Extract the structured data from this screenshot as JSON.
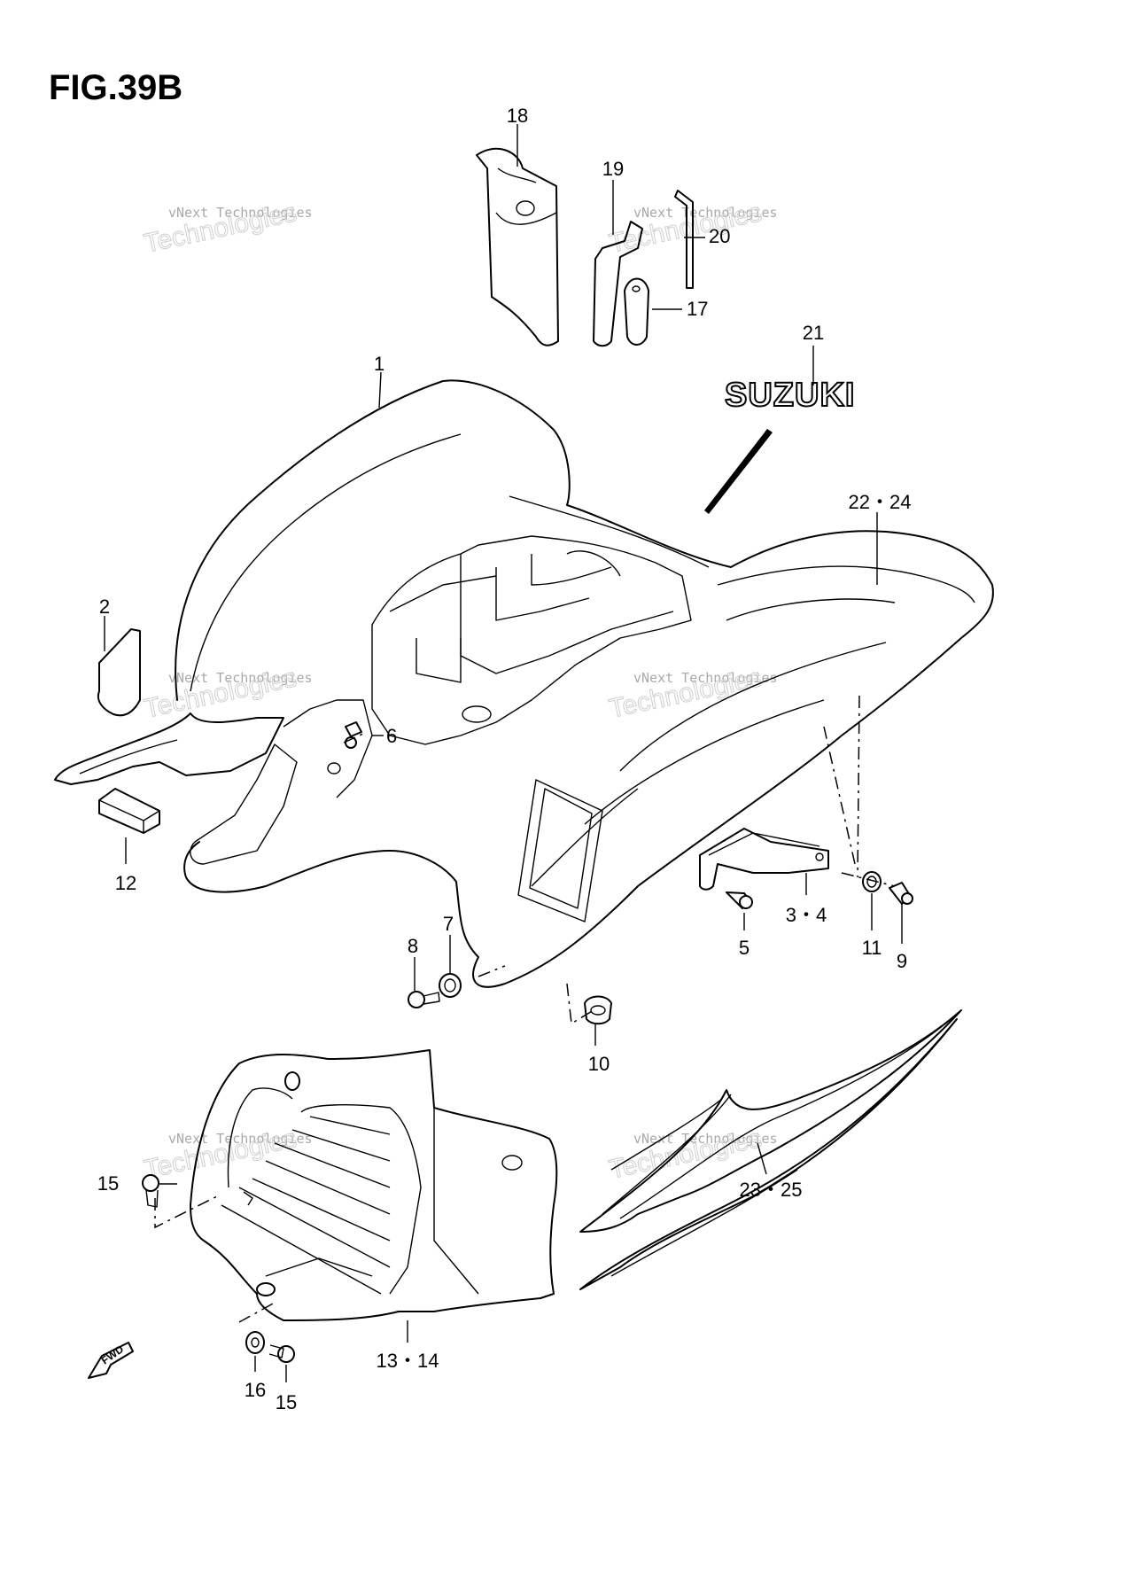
{
  "figure": {
    "title": "FIG.39B"
  },
  "watermark": {
    "line1": "vNext Technologies",
    "line2": "Technologies"
  },
  "logo_text": "SUZUKI",
  "fwd_text": "FWD",
  "callouts": {
    "c1": "1",
    "c2": "2",
    "c34": "3・4",
    "c5": "5",
    "c6": "6",
    "c7": "7",
    "c8": "8",
    "c9": "9",
    "c10": "10",
    "c11": "11",
    "c12": "12",
    "c1314": "13・14",
    "c15a": "15",
    "c15b": "15",
    "c16": "16",
    "c17": "17",
    "c18": "18",
    "c19": "19",
    "c20": "20",
    "c21": "21",
    "c2224": "22・24",
    "c2325": "23・25"
  }
}
